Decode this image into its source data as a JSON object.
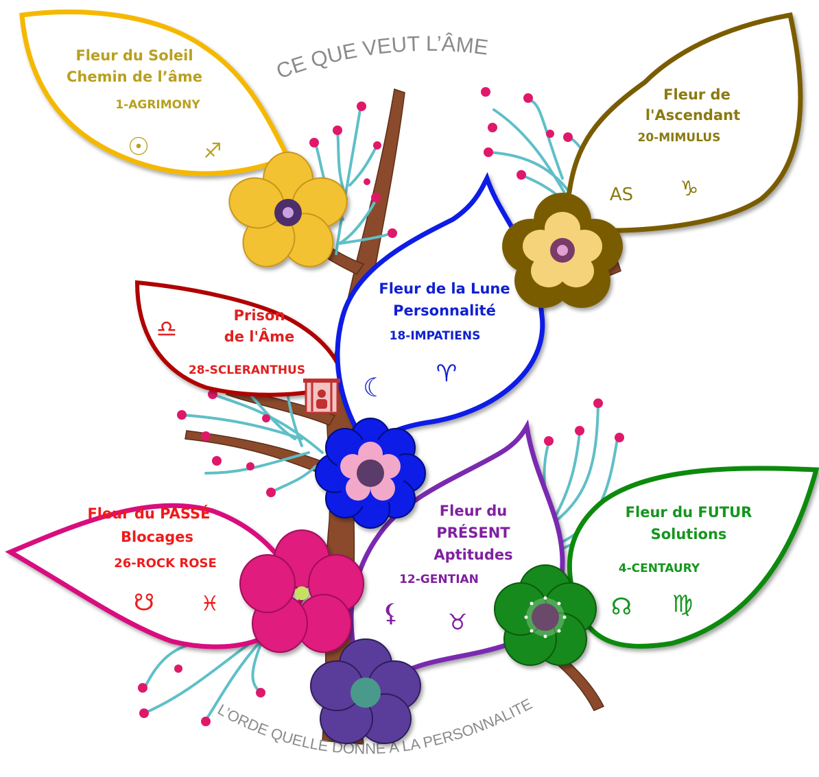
{
  "titles": {
    "top_arc": "CE QUE VEUT L’ÂME",
    "bottom_arc": "L’ORDE QUELLE DONNE A LA PERSONNALITE"
  },
  "leaves": {
    "soleil": {
      "color": "#F5B800",
      "text_color": "#B8A020",
      "line1": "Fleur du Soleil",
      "line2": "Chemin de l’âme",
      "remedy": "1-AGRIMONY",
      "sym1": "☉",
      "sym2": "♐"
    },
    "ascendant": {
      "color": "#7A5C00",
      "text_color": "#8A7A10",
      "line1": "Fleur de",
      "line2": "l'Ascendant",
      "remedy": "20-MIMULUS",
      "sym1": "AS",
      "sym2": "♑"
    },
    "lune": {
      "color": "#0A1AE6",
      "text_color": "#1020D0",
      "line1": "Fleur de la Lune",
      "line2": "Personnalité",
      "remedy": "18-IMPATIENS",
      "sym1": "☾",
      "sym2": "♈"
    },
    "prison": {
      "color": "#B00000",
      "text_color": "#E02020",
      "line1": "Prison",
      "line2": "de l'Âme",
      "remedy": "28-SCLERANTHUS",
      "sym1": "♎"
    },
    "passe": {
      "color": "#D8117E",
      "text_color": "#F01A1A",
      "line1": "Fleur du PASSÉ",
      "line2": "Blocages",
      "remedy": "26-ROCK ROSE",
      "sym1": "☋",
      "sym2": "♓"
    },
    "present": {
      "color": "#7A2CB0",
      "text_color": "#8020A0",
      "line1": "Fleur du",
      "line2": "PRÉSENT",
      "line3": "Aptitudes",
      "remedy": "12-GENTIAN",
      "sym1": "⚸",
      "sym2": "♉"
    },
    "futur": {
      "color": "#0E8A0E",
      "text_color": "#14961E",
      "line1": "Fleur du FUTUR",
      "line2": "Solutions",
      "remedy": "4-CENTAURY",
      "sym1": "☊",
      "sym2": "♍"
    }
  },
  "colors": {
    "branch": "#8B4A2B",
    "twig": "#5FBFC8",
    "berry": "#E0186A"
  }
}
